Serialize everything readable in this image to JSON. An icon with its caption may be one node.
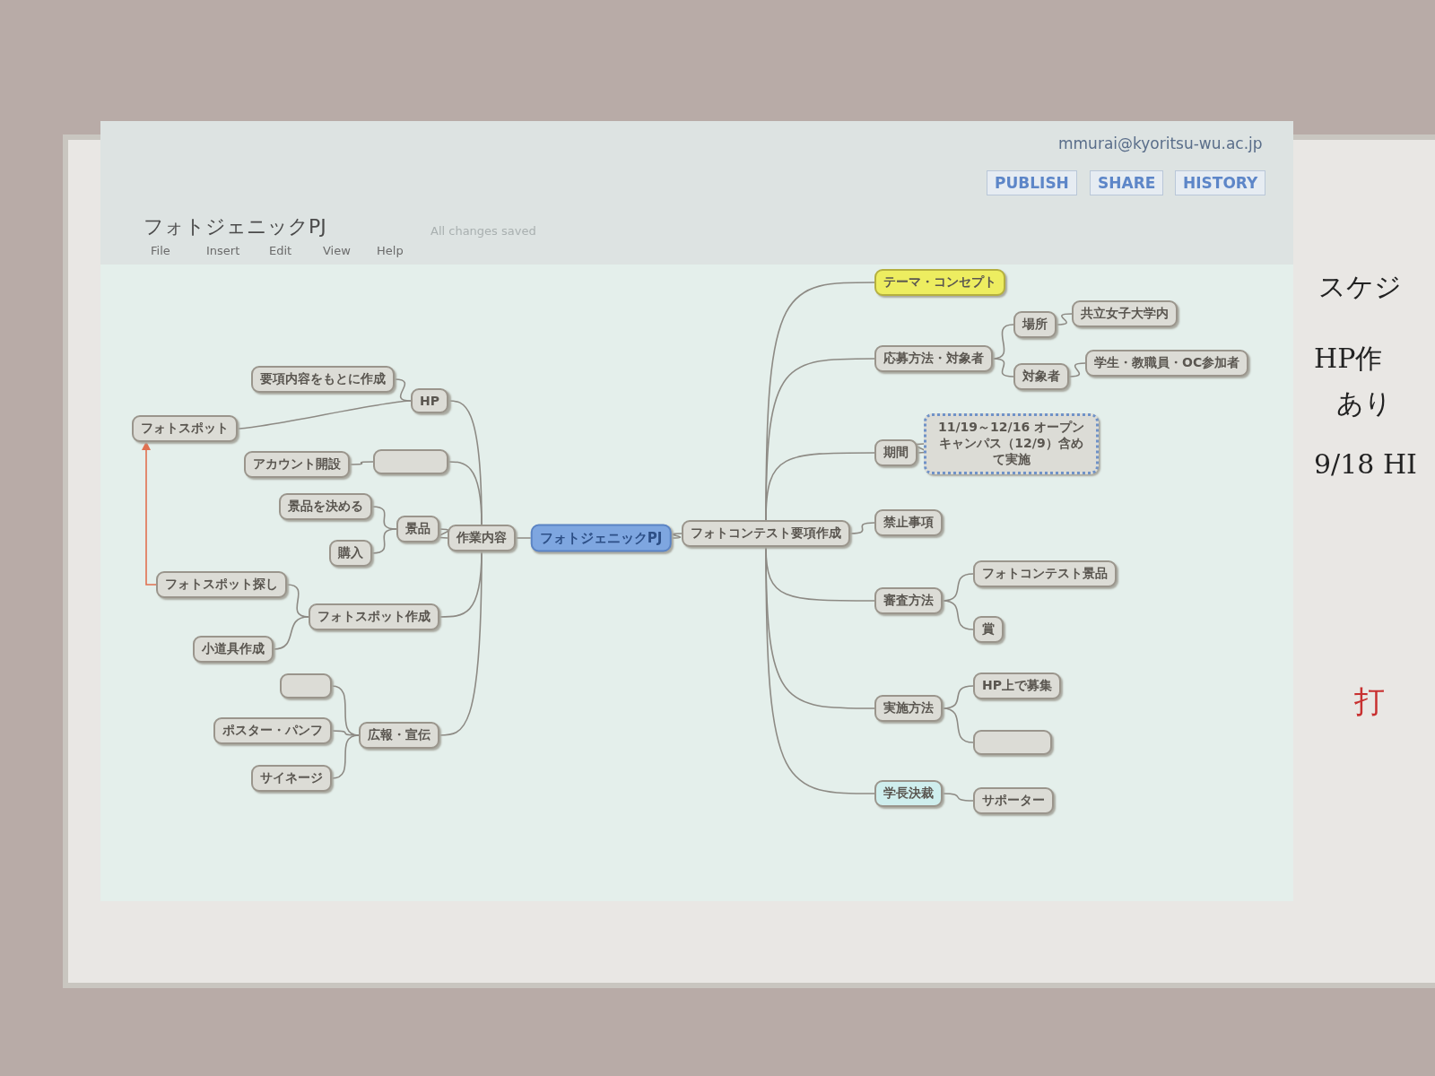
{
  "diagram": {
    "title": "フォトジェニックPJ",
    "nodes": [
      {
        "text": [
          "フォトジェニックPJ"
        ]
      },
      {
        "text": [
          "作業内容"
        ]
      },
      {
        "text": [
          "HP"
        ]
      },
      {
        "text": [
          "要項内容をもとに作成"
        ]
      },
      {
        "text": [
          "フォトスポット"
        ]
      },
      {
        "text": [],
        "shape": "box"
      },
      {
        "text": [
          "アカウント開設"
        ]
      },
      {
        "text": [
          "景品"
        ]
      },
      {
        "text": [
          "景品を決める"
        ]
      },
      {
        "text": [
          "購入"
        ]
      },
      {
        "text": [
          "フォトスポット作成"
        ]
      },
      {
        "text": [
          "フォトスポット探し"
        ]
      },
      {
        "text": [
          "小道具作成"
        ]
      },
      {
        "text": [
          "広報・宣伝"
        ]
      },
      {
        "text": [],
        "shape": "box"
      },
      {
        "text": [
          "ポスター・パンフ"
        ]
      },
      {
        "text": [
          "サイネージ"
        ]
      },
      {
        "text": [
          "フォトコンテスト要項作成"
        ]
      },
      {
        "text": [
          "テーマ・コンセプト"
        ]
      },
      {
        "text": [
          "応募方法・対象者"
        ]
      },
      {
        "text": [
          "場所"
        ]
      },
      {
        "text": [
          "共立女子大学内"
        ]
      },
      {
        "text": [
          "対象者"
        ]
      },
      {
        "text": [
          "学生・教職員・OC参加者"
        ]
      },
      {
        "text": [
          "期間"
        ]
      },
      {
        "text": [
          "11/19～12/16 オープンキャンパス（12/9）含めて実施"
        ]
      },
      {
        "text": [
          "禁止事項"
        ]
      },
      {
        "text": [
          "審査方法"
        ]
      },
      {
        "text": [
          "フォトコンテスト景品"
        ]
      },
      {
        "text": [
          "賞"
        ]
      },
      {
        "text": [
          "実施方法"
        ]
      },
      {
        "text": [
          "HP上で募集"
        ]
      },
      {
        "text": [],
        "shape": "box"
      },
      {
        "text": [
          "学長決裁"
        ]
      },
      {
        "text": [
          "サポーター"
        ]
      }
    ],
    "edges": [
      {
        "from": 0,
        "to": 1,
        "arrow": "none"
      },
      {
        "from": 1,
        "to": 2,
        "arrow": "none"
      },
      {
        "from": 2,
        "to": 3,
        "arrow": "none"
      },
      {
        "from": 2,
        "to": 4,
        "arrow": "none"
      },
      {
        "from": 1,
        "to": 5,
        "arrow": "none"
      },
      {
        "from": 5,
        "to": 6,
        "arrow": "none"
      },
      {
        "from": 1,
        "to": 7,
        "arrow": "none"
      },
      {
        "from": 7,
        "to": 8,
        "arrow": "none"
      },
      {
        "from": 7,
        "to": 9,
        "arrow": "none"
      },
      {
        "from": 1,
        "to": 10,
        "arrow": "none"
      },
      {
        "from": 10,
        "to": 11,
        "arrow": "none"
      },
      {
        "from": 10,
        "to": 12,
        "arrow": "none"
      },
      {
        "from": 1,
        "to": 13,
        "arrow": "none"
      },
      {
        "from": 13,
        "to": 14,
        "arrow": "none"
      },
      {
        "from": 13,
        "to": 15,
        "arrow": "none"
      },
      {
        "from": 13,
        "to": 16,
        "arrow": "none"
      },
      {
        "from": 0,
        "to": 17,
        "arrow": "none"
      },
      {
        "from": 17,
        "to": 18,
        "arrow": "none"
      },
      {
        "from": 17,
        "to": 19,
        "arrow": "none"
      },
      {
        "from": 19,
        "to": 20,
        "arrow": "none"
      },
      {
        "from": 20,
        "to": 21,
        "arrow": "none"
      },
      {
        "from": 19,
        "to": 22,
        "arrow": "none"
      },
      {
        "from": 22,
        "to": 23,
        "arrow": "none"
      },
      {
        "from": 17,
        "to": 24,
        "arrow": "none"
      },
      {
        "from": 24,
        "to": 25,
        "arrow": "none"
      },
      {
        "from": 17,
        "to": 26,
        "arrow": "none"
      },
      {
        "from": 17,
        "to": 27,
        "arrow": "none"
      },
      {
        "from": 27,
        "to": 28,
        "arrow": "none"
      },
      {
        "from": 27,
        "to": 29,
        "arrow": "none"
      },
      {
        "from": 17,
        "to": 30,
        "arrow": "none"
      },
      {
        "from": 30,
        "to": 31,
        "arrow": "none"
      },
      {
        "from": 30,
        "to": 32,
        "arrow": "none"
      },
      {
        "from": 17,
        "to": 33,
        "arrow": "none"
      },
      {
        "from": 33,
        "to": 34,
        "arrow": "none"
      },
      {
        "from": 11,
        "to": 4,
        "arrow": "to",
        "color": "#e07050"
      }
    ],
    "labels": [
      "mmurai@kyoritsu-wu.ac.jp",
      "PUBLISH",
      "SHARE",
      "HISTORY",
      "File",
      "Insert",
      "Edit",
      "View",
      "Help",
      "All changes saved",
      "スケジ",
      "HP作",
      "あり",
      "9/18 HI",
      "打"
    ]
  }
}
